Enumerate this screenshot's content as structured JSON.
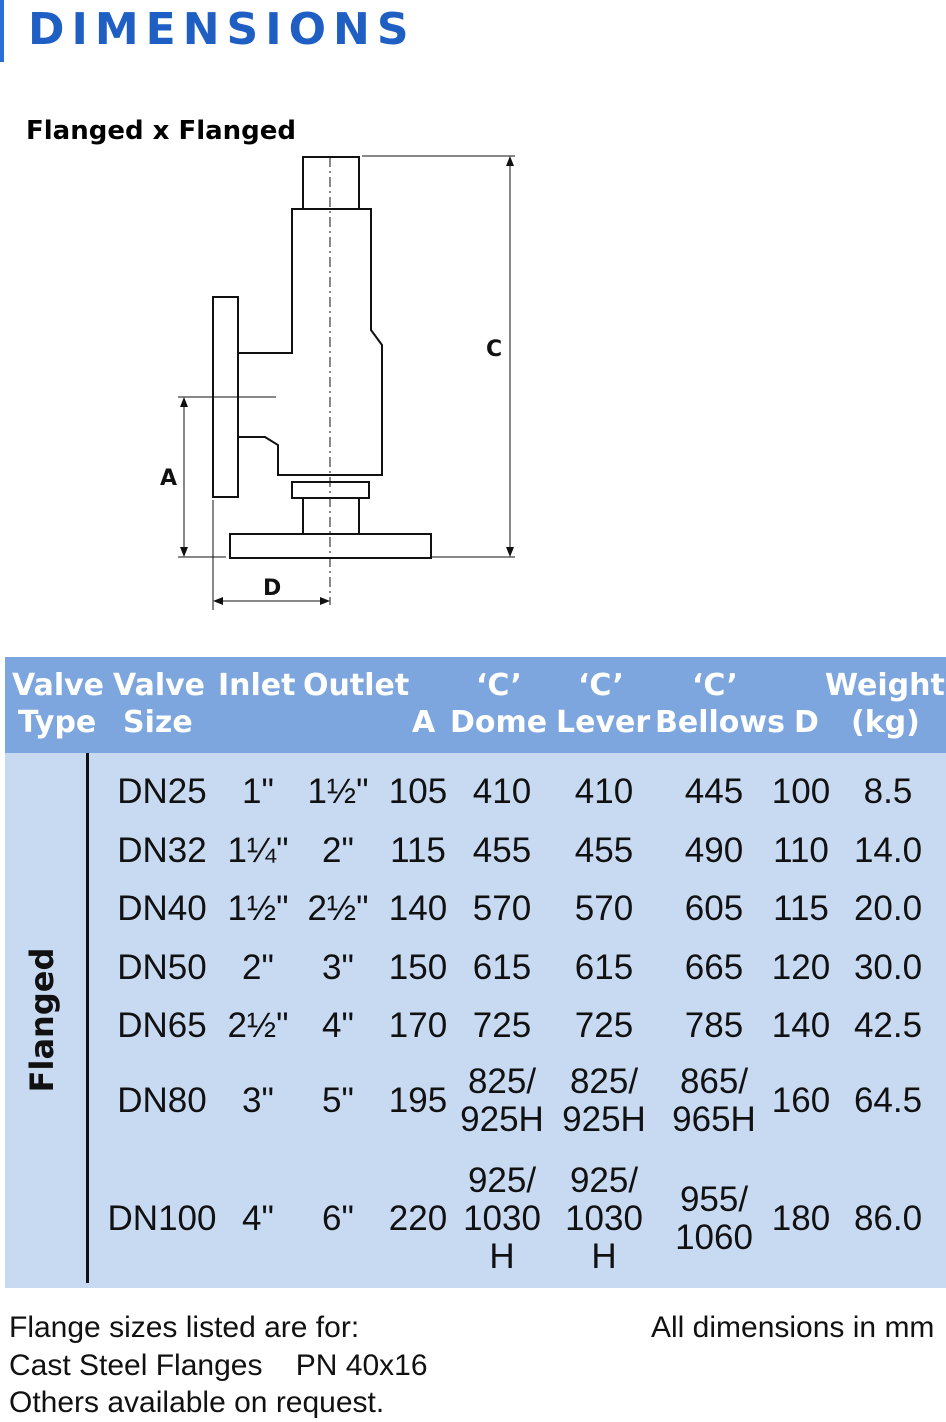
{
  "title": "DIMENSIONS",
  "subtitle": "Flanged x Flanged",
  "drawing": {
    "label_a": "A",
    "label_c": "C",
    "label_d": "D"
  },
  "table": {
    "headers": [
      [
        "Valve",
        "Type"
      ],
      [
        "Valve",
        "Size"
      ],
      [
        "Inlet",
        ""
      ],
      [
        "Outlet",
        ""
      ],
      [
        "",
        "A"
      ],
      [
        "‘C’",
        "Dome"
      ],
      [
        "‘C’",
        "Lever"
      ],
      [
        "‘C’",
        "Bellows"
      ],
      [
        "",
        "D"
      ],
      [
        "Weight",
        "(kg)"
      ]
    ],
    "group_label": "Flanged",
    "rows": [
      {
        "size": "DN25",
        "inlet": "1\"",
        "outlet": "1½\"",
        "a": "105",
        "dome": [
          "410"
        ],
        "lever": [
          "410"
        ],
        "bellows": [
          "445"
        ],
        "d": "100",
        "weight": "8.5"
      },
      {
        "size": "DN32",
        "inlet": "1¼\"",
        "outlet": "2\"",
        "a": "115",
        "dome": [
          "455"
        ],
        "lever": [
          "455"
        ],
        "bellows": [
          "490"
        ],
        "d": "110",
        "weight": "14.0"
      },
      {
        "size": "DN40",
        "inlet": "1½\"",
        "outlet": "2½\"",
        "a": "140",
        "dome": [
          "570"
        ],
        "lever": [
          "570"
        ],
        "bellows": [
          "605"
        ],
        "d": "115",
        "weight": "20.0"
      },
      {
        "size": "DN50",
        "inlet": "2\"",
        "outlet": "3\"",
        "a": "150",
        "dome": [
          "615"
        ],
        "lever": [
          "615"
        ],
        "bellows": [
          "665"
        ],
        "d": "120",
        "weight": "30.0"
      },
      {
        "size": "DN65",
        "inlet": "2½\"",
        "outlet": "4\"",
        "a": "170",
        "dome": [
          "725"
        ],
        "lever": [
          "725"
        ],
        "bellows": [
          "785"
        ],
        "d": "140",
        "weight": "42.5"
      },
      {
        "size": "DN80",
        "inlet": "3\"",
        "outlet": "5\"",
        "a": "195",
        "dome": [
          "825/",
          "925H"
        ],
        "lever": [
          "825/",
          "925H"
        ],
        "bellows": [
          "865/",
          "965H"
        ],
        "d": "160",
        "weight": "64.5"
      },
      {
        "size": "DN100",
        "inlet": "4\"",
        "outlet": "6\"",
        "a": "220",
        "dome": [
          "925/",
          "1030",
          "H"
        ],
        "lever": [
          "925/",
          "1030",
          "H"
        ],
        "bellows": [
          "955/",
          "1060"
        ],
        "d": "180",
        "weight": "86.0"
      }
    ]
  },
  "notes": {
    "line1": "Flange sizes listed are for:",
    "line2": "Cast Steel Flanges    PN 40x16",
    "line3": "Others available on request.",
    "units": "All dimensions in mm"
  },
  "colors": {
    "title": "#1f5fc4",
    "header_bg": "#7da5de",
    "body_bg": "#c8d9f2"
  }
}
